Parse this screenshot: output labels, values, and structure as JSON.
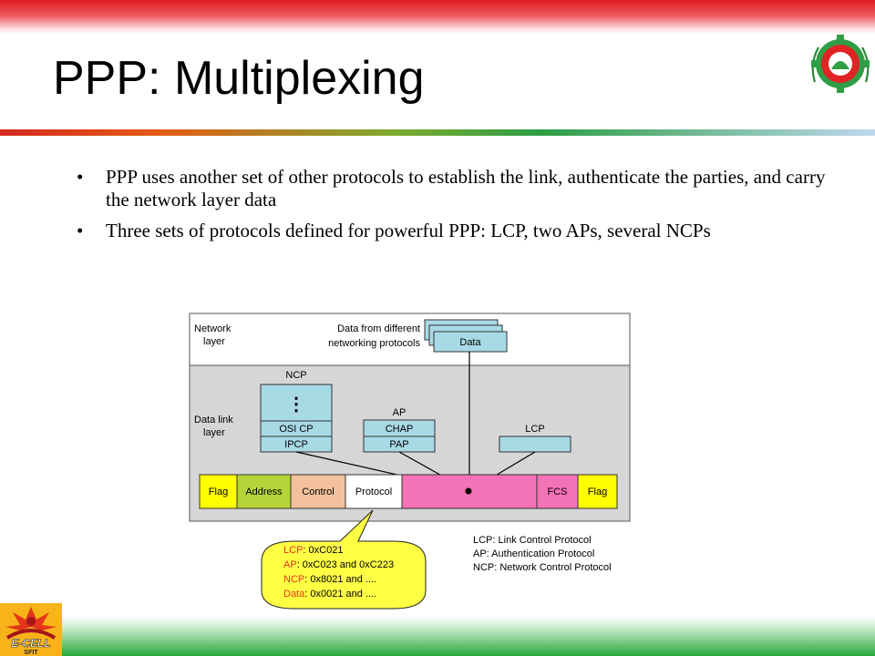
{
  "slide": {
    "title": "PPP: Multiplexing",
    "bullets": [
      "PPP uses another set of other protocols to establish the link, authenticate the parties, and carry the network layer data",
      "Three sets of protocols defined for powerful PPP: LCP, two APs, several NCPs"
    ],
    "bullet_glyph": "•"
  },
  "diagram": {
    "network_layer_label": [
      "Network",
      "layer"
    ],
    "data_link_layer_label": [
      "Data link",
      "layer"
    ],
    "data_from_label": [
      "Data from different",
      "networking protocols"
    ],
    "data_box": "Data",
    "ncp": {
      "title": "NCP",
      "dots": "⋮",
      "items": [
        "OSI CP",
        "IPCP"
      ]
    },
    "ap": {
      "title": "AP",
      "items": [
        "CHAP",
        "PAP"
      ]
    },
    "lcp_title": "LCP",
    "frame_fields": [
      "Flag",
      "Address",
      "Control",
      "Protocol",
      "",
      "FCS",
      "Flag"
    ],
    "callout": [
      {
        "key": "LCP",
        "value": ": 0xC021"
      },
      {
        "key": "AP",
        "value": ": 0xC023 and 0xC223"
      },
      {
        "key": "NCP",
        "value": ": 0x8021 and ...."
      },
      {
        "key": "Data",
        "value": ": 0x0021 and ...."
      }
    ],
    "legend": [
      "LCP: Link Control Protocol",
      "AP: Authentication Protocol",
      "NCP: Network Control Protocol"
    ]
  },
  "branding": {
    "ecell_text": "E-CELL",
    "ecell_sub": "SFIT"
  },
  "colors": {
    "flag": "#ffff00",
    "address": "#b6d43a",
    "control": "#f3c29c",
    "payload": "#f472b6",
    "boxes": "#a8dae6",
    "callout": "#ffff44",
    "datalink_bg": "#d6d6d6",
    "callout_key": "#e8341c"
  }
}
